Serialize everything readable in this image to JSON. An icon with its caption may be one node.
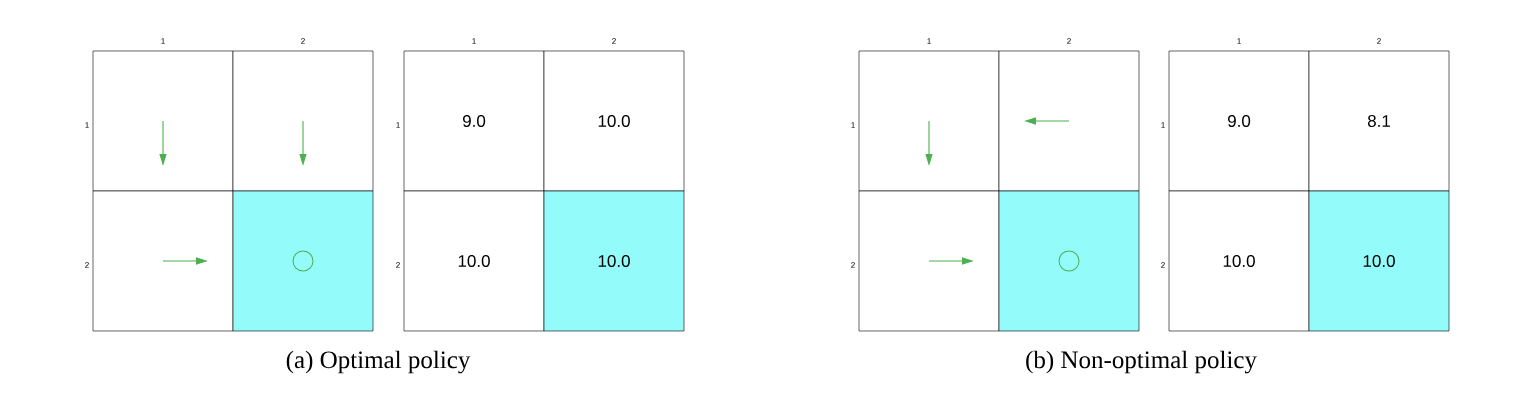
{
  "diagram": {
    "nodes": [
      {
        "text": [],
        "shape": "down-arrow"
      },
      {
        "text": [],
        "shape": "down-arrow"
      },
      {
        "text": [],
        "shape": "right-arrow"
      },
      {
        "text": [],
        "shape": "box"
      },
      {
        "text": [],
        "shape": "circle",
        "in": 3
      },
      {
        "text": [
          "9.0"
        ]
      },
      {
        "text": [
          "10.0"
        ]
      },
      {
        "text": [
          "10.0"
        ]
      },
      {
        "text": [
          "10.0"
        ]
      },
      {
        "text": [],
        "shape": "down-arrow"
      },
      {
        "text": [],
        "shape": "left-arrow"
      },
      {
        "text": [],
        "shape": "right-arrow"
      },
      {
        "text": [],
        "shape": "box"
      },
      {
        "text": [],
        "shape": "circle",
        "in": 12
      },
      {
        "text": [
          "9.0"
        ]
      },
      {
        "text": [
          "8.1"
        ]
      },
      {
        "text": [
          "10.0"
        ]
      },
      {
        "text": [
          "10.0"
        ]
      }
    ],
    "labels": [
      "1",
      "2",
      "1",
      "2",
      "1",
      "2",
      "1",
      "2",
      "1",
      "2",
      "1",
      "2",
      "1",
      "2",
      "1",
      "2",
      "(a) Optimal policy",
      "(b) Non-optimal policy"
    ]
  }
}
